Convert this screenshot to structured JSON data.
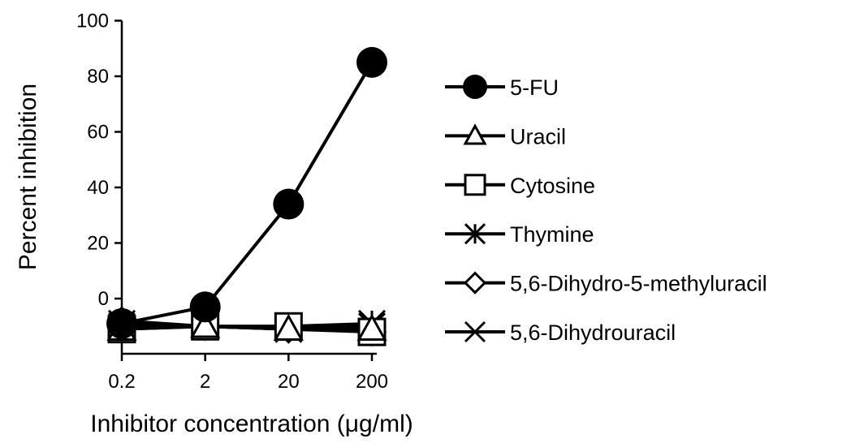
{
  "chart_data": {
    "type": "line",
    "title": "",
    "xlabel": "Inhibitor concentration (μg/ml)",
    "ylabel": "Percent inhibition",
    "x_scale": "log",
    "x": [
      0.2,
      2,
      20,
      200
    ],
    "x_tick_labels": [
      "0.2",
      "2",
      "20",
      "200"
    ],
    "ylim": [
      -20,
      100
    ],
    "y_ticks": [
      0,
      20,
      40,
      60,
      80,
      100
    ],
    "y_tick_labels": [
      "0",
      "20",
      "40",
      "60",
      "80",
      "100"
    ],
    "grid": false,
    "legend_position": "right",
    "series": [
      {
        "name": "5-FU",
        "marker": "filled-circle",
        "values": [
          -9,
          -3,
          34,
          85
        ]
      },
      {
        "name": "Uracil",
        "marker": "open-triangle",
        "values": [
          -11,
          -10,
          -11,
          -11
        ]
      },
      {
        "name": "Cytosine",
        "marker": "open-square",
        "values": [
          -11,
          -10,
          -10,
          -12
        ]
      },
      {
        "name": "Thymine",
        "marker": "asterisk",
        "values": [
          -9,
          -10,
          -10,
          -9
        ]
      },
      {
        "name": "5,6-Dihydro-5-methyluracil",
        "marker": "open-diamond",
        "values": [
          -8,
          -10,
          -11,
          -12
        ]
      },
      {
        "name": "5,6-Dihydrouracil",
        "marker": "x-cross",
        "values": [
          -10,
          -10,
          -11,
          -10
        ]
      }
    ]
  }
}
